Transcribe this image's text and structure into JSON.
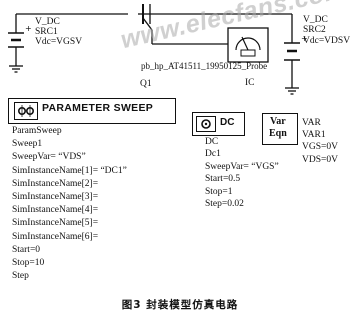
{
  "src1": {
    "name": "V_DC",
    "id": "SRC1",
    "param": "Vdc=VGSV"
  },
  "src2": {
    "name": "V_DC",
    "id": "SRC2",
    "param": "Vdc=VDSV"
  },
  "transistor": {
    "id": "Q1",
    "model": "pb_hp_AT41511_19950125_Probe"
  },
  "probe": {
    "id": "IC"
  },
  "param_sweep": {
    "title": "PARAMETER SWEEP",
    "lines": [
      "ParamSweep",
      "Sweep1",
      "SweepVar= “VDS”",
      "SimInstanceName[1]= “DC1”",
      "SimInstanceName[2]=",
      "SimInstanceName[3]=",
      "SimInstanceName[4]=",
      "SimInstanceName[5]=",
      "SimInstanceName[6]=",
      "Start=0",
      "Stop=10",
      "Step"
    ]
  },
  "dc": {
    "title": "DC",
    "lines": [
      "DC",
      "Dc1",
      "SweepVar= “VGS”",
      "Start=0.5",
      "Stop=1",
      "Step=0.02"
    ]
  },
  "var": {
    "icon_top": "Var",
    "icon_bottom": "Eqn",
    "lines": [
      "VAR",
      "VAR1",
      "VGS=0V",
      "VDS=0V"
    ]
  },
  "watermark": "www.elecfans.com",
  "caption": "图3  封装模型仿真电路"
}
